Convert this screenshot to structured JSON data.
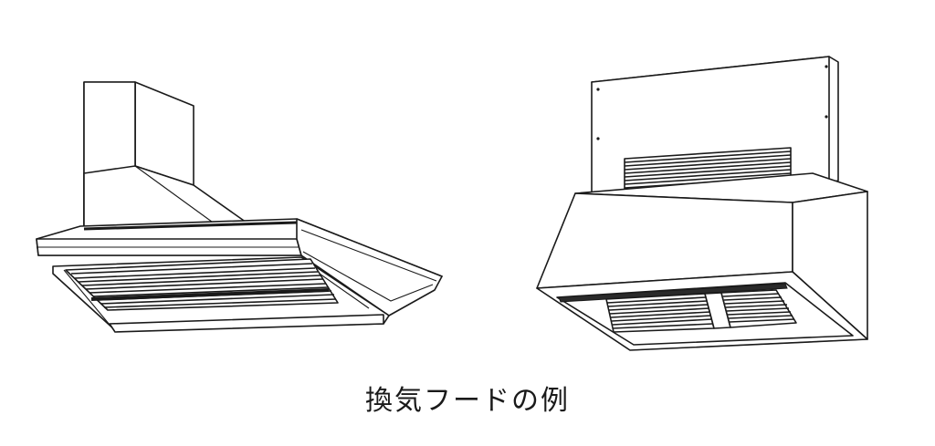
{
  "figure": {
    "caption": "換気フードの例",
    "illustrations": [
      "range-hood-chimney-type",
      "range-hood-wall-panel-type"
    ]
  }
}
